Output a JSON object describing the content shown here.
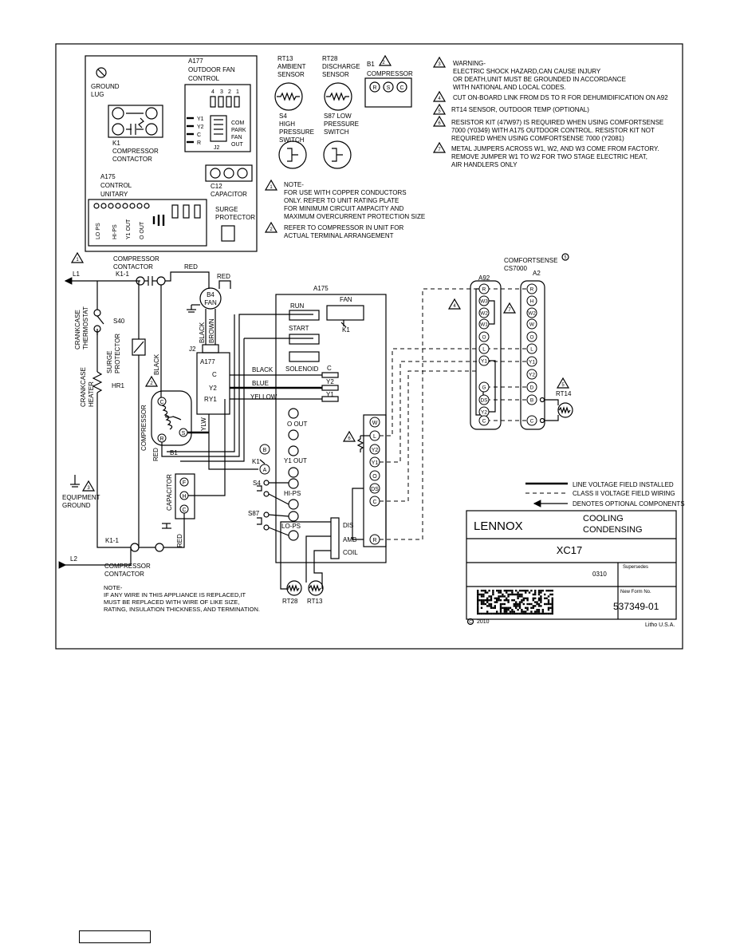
{
  "top_panel": {
    "ground_lug": [
      "GROUND",
      "LUG"
    ],
    "a177": [
      "A177",
      "OUTDOOR FAN",
      "CONTROL"
    ],
    "a177_pins": [
      "4",
      "3",
      "2",
      "1"
    ],
    "a177_left_terms": [
      "Y1",
      "Y2",
      "C",
      "R"
    ],
    "a177_right_terms": [
      "COM",
      "PARK",
      "FAN",
      "OUT"
    ],
    "a177_j2": "J2",
    "k1": [
      "K1",
      "COMPRESSOR",
      "CONTACTOR"
    ],
    "a175": [
      "A175",
      "CONTROL",
      "UNITARY"
    ],
    "a175_pins": [
      "LO PS",
      "HI-PS",
      "Y1 OUT",
      "O OUT"
    ],
    "c12": [
      "C12",
      "CAPACITOR"
    ],
    "surge": [
      "SURGE",
      "PROTECTOR"
    ],
    "rt13": [
      "RT13",
      "AMBIENT",
      "SENSOR"
    ],
    "rt28": [
      "RT28",
      "DISCHARGE",
      "SENSOR"
    ],
    "b1": [
      "B1",
      "COMPRESSOR"
    ],
    "b1_terms": [
      "R",
      "S",
      "C"
    ],
    "s4": [
      "S4",
      "HIGH",
      "PRESSURE",
      "SWITCH"
    ],
    "s87": [
      "S87 LOW",
      "PRESSURE",
      "SWITCH"
    ]
  },
  "notes": [
    {
      "num": "1",
      "lines": [
        "NOTE-",
        "FOR USE WITH COPPER CONDUCTORS",
        "ONLY. REFER TO UNIT RATING PLATE",
        "FOR MINIMUM CIRCUIT AMPACITY AND",
        "MAXIMUM OVERCURRENT PROTECTION SIZE"
      ]
    },
    {
      "num": "2",
      "lines": [
        "REFER TO COMPRESSOR IN UNIT FOR",
        "ACTUAL TERMINAL ARRANGEMENT"
      ]
    },
    {
      "num": "3",
      "lines": [
        "WARNING-",
        "ELECTRIC SHOCK HAZARD,CAN CAUSE INJURY",
        "OR DEATH,UNIT MUST BE GROUNDED IN ACCORDANCE",
        "WITH NATIONAL AND LOCAL CODES."
      ]
    },
    {
      "num": "4",
      "lines": [
        "CUT ON-BOARD LINK FROM DS TO R FOR DEHUMIDIFICATION ON A92"
      ]
    },
    {
      "num": "5",
      "lines": [
        "RT14 SENSOR, OUTDOOR TEMP (OPTIONAL)"
      ]
    },
    {
      "num": "6",
      "lines": [
        "RESISTOR KIT (47W97) IS REQUIRED WHEN USING COMFORTSENSE",
        "7000 (Y0349) WITH A175 OUTDOOR CONTROL. RESISTOR KIT NOT",
        "REQUIRED WHEN USING COMFORTSENSE 7000 (Y2081)"
      ]
    },
    {
      "num": "7",
      "lines": [
        "METAL JUMPERS ACROSS W1, W2, AND W3 COME FROM FACTORY.",
        "REMOVE JUMPER W1 TO W2 FOR TWO STAGE ELECTRIC HEAT,",
        "AIR HANDLERS ONLY"
      ]
    }
  ],
  "schematic": {
    "l1": "L1",
    "l2": "L2",
    "contactor_top": [
      "COMPRESSOR",
      "CONTACTOR"
    ],
    "k1_1_top": "K1-1",
    "k1_1_bottom": "K1-1",
    "contactor_bottom": [
      "COMPRESSOR",
      "CONTACTOR"
    ],
    "crankcase_thermostat": [
      "CRANKCASE",
      "THERMOSTAT"
    ],
    "s40": "S40",
    "crankcase_heater": [
      "CRANKCASE",
      "HEATER"
    ],
    "hr1": "HR1",
    "surge_protector": [
      "SURGE",
      "PROTECTOR"
    ],
    "equipment_ground": [
      "EQUIPMENT",
      "GROUND"
    ],
    "compressor": "COMPRESSOR",
    "b1": "B1",
    "b1_terms": [
      "C",
      "S",
      "R"
    ],
    "capacitor": "CAPACITOR",
    "cap_terms": [
      "F",
      "H",
      "C"
    ],
    "b4_fan": [
      "B4",
      "FAN"
    ],
    "j2": "J2",
    "a177": "A177",
    "a177_terms": [
      "C",
      "Y2",
      "Y1"
    ],
    "a177_r": "R",
    "wire_colors": {
      "red": "RED",
      "black": "BLACK",
      "brown": "BROWN",
      "blue": "BLUE",
      "yellow": "YELLOW",
      "ylw": "YLW"
    },
    "wire_end_labels": [
      "C",
      "Y2",
      "Y1"
    ],
    "a175": "A175",
    "a175_outputs": [
      "RUN",
      "START",
      "SOLENOID"
    ],
    "fan": "FAN",
    "k1": "K1",
    "a175_term_labels": [
      "O OUT",
      "Y1 OUT",
      "HI-PS",
      "LO-PS",
      "DIS",
      "AMB",
      "COIL"
    ],
    "a175_left_terms": [
      "B",
      "A"
    ],
    "a175_right_terms": [
      "W",
      "L",
      "Y2",
      "Y1",
      "O",
      "DS",
      "C",
      "R"
    ],
    "k1_small": "K1",
    "s4": "S4",
    "s87": "S87",
    "rt28": "RT28",
    "rt13": "RT13",
    "comfortsense": [
      "COMFORTSENSE",
      "CS7000"
    ],
    "a92": "A92",
    "a2": "A2",
    "a92_terms": [
      "R",
      "W3",
      "W2",
      "W1",
      "O",
      "L",
      "Y1",
      "G",
      "DS",
      "Y2",
      "C"
    ],
    "a2_terms": [
      "R",
      "H",
      "W2",
      "W",
      "O",
      "L",
      "Y1",
      "Y2",
      "D",
      "B",
      "C"
    ],
    "rt14": "RT14"
  },
  "legend": [
    {
      "style": "solid",
      "label": "LINE VOLTAGE FIELD INSTALLED"
    },
    {
      "style": "dashed",
      "label": "CLASS II VOLTAGE FIELD WIRING"
    },
    {
      "style": "arrow",
      "label": "DENOTES OPTIONAL COMPONENTS"
    }
  ],
  "title_block": {
    "brand": "LENNOX",
    "category": [
      "COOLING",
      "CONDENSING"
    ],
    "model": "XC17",
    "supersedes_label": "Supersedes",
    "supersedes_value": "0310",
    "new_form_label": "New Form No.",
    "form_number": "537349-01",
    "copyright": "2010",
    "litho": "Litho U.S.A."
  },
  "wiring_note": [
    "NOTE-",
    "IF ANY WIRE IN THIS APPLIANCE IS REPLACED,IT",
    "MUST BE REPLACED WITH WIRE OF LIKE SIZE,",
    "RATING, INSULATION THICKNESS, AND TERMINATION."
  ]
}
